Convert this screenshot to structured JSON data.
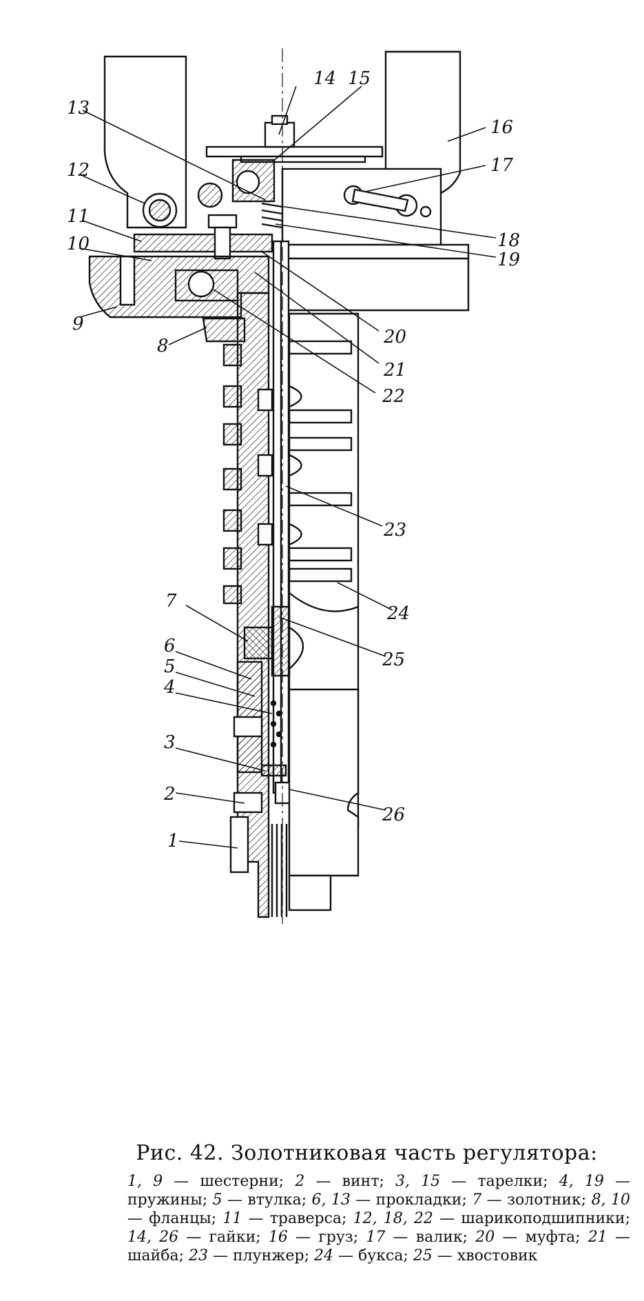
{
  "figure": {
    "caption_title": "Рис. 42. Золотниковая часть регулятора:",
    "legend": [
      {
        "num": "1, 9",
        "text": "шестерни;"
      },
      {
        "num": "2",
        "text": "винт;"
      },
      {
        "num": "3, 15",
        "text": "тарелки;"
      },
      {
        "num": "4, 19",
        "text": "пружины;"
      },
      {
        "num": "5",
        "text": "втулка;"
      },
      {
        "num": "6, 13",
        "text": "прокладки;"
      },
      {
        "num": "7",
        "text": "золотник;"
      },
      {
        "num": "8, 10",
        "text": "фланцы;"
      },
      {
        "num": "11",
        "text": "траверса;"
      },
      {
        "num": "12, 18, 22",
        "text": "шарикоподшипники;"
      },
      {
        "num": "14, 26",
        "text": "гайки;"
      },
      {
        "num": "16",
        "text": "груз;"
      },
      {
        "num": "17",
        "text": "валик;"
      },
      {
        "num": "20",
        "text": "муфта;"
      },
      {
        "num": "21",
        "text": "шайба;"
      },
      {
        "num": "23",
        "text": "плунжер;"
      },
      {
        "num": "24",
        "text": "букса;"
      },
      {
        "num": "25",
        "text": "хвостовик"
      }
    ]
  },
  "labels": {
    "l1": "1",
    "l2": "2",
    "l3": "3",
    "l4": "4",
    "l5": "5",
    "l6": "6",
    "l7": "7",
    "l8": "8",
    "l9": "9",
    "l10": "10",
    "l11": "11",
    "l12": "12",
    "l13": "13",
    "l14": "14",
    "l15": "15",
    "l16": "16",
    "l17": "17",
    "l18": "18",
    "l19": "19",
    "l20": "20",
    "l21": "21",
    "l22": "22",
    "l23": "23",
    "l24": "24",
    "l25": "25",
    "l26": "26"
  }
}
